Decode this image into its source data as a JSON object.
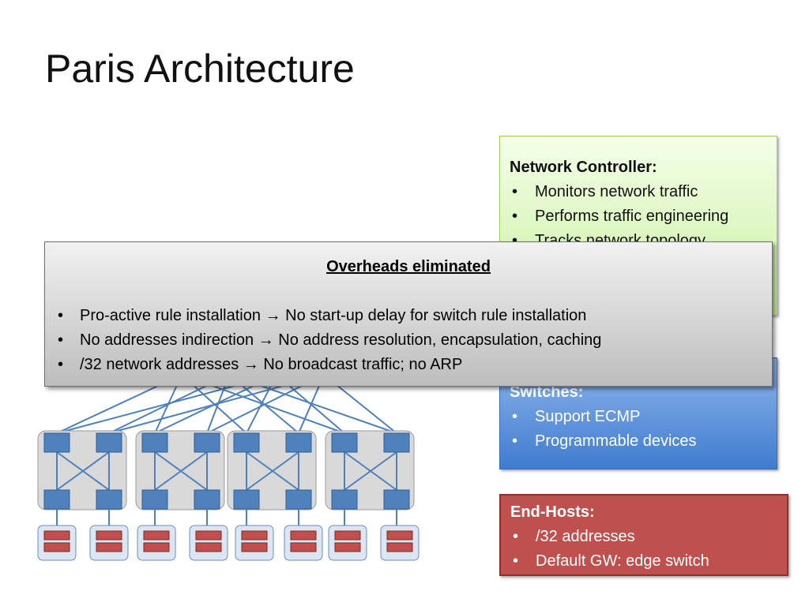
{
  "slide": {
    "title": "Paris Architecture"
  },
  "controller": {
    "header": "Network Controller:",
    "items": [
      "Monitors network traffic",
      "Performs traffic engineering",
      "Tracks network topology"
    ]
  },
  "switches": {
    "header": "Switches:",
    "items": [
      "Support ECMP",
      "Programmable devices"
    ]
  },
  "hosts": {
    "header": "End-Hosts:",
    "items": [
      "/32 addresses",
      "Default GW: edge switch"
    ]
  },
  "overlay": {
    "header": "Overheads eliminated",
    "items": [
      {
        "left": "Pro-active rule installation",
        "right": "No start-up delay for switch rule installation"
      },
      {
        "left": "No addresses indirection",
        "right": "No address resolution, encapsulation, caching"
      },
      {
        "left": "/32 network addresses",
        "right": "No broadcast traffic; no ARP"
      }
    ]
  },
  "colors": {
    "switch_fill": "#4f81bd",
    "link": "#4f81bd",
    "host_fill": "#c0504d",
    "pod_fill": "#d9d9d9",
    "controller_fill": "#d7f5b5",
    "switches_fill": "#5b8fd9",
    "hosts_box_fill": "#c0504d"
  },
  "icons": {
    "switch": "switch-icon",
    "server": "server-icon"
  }
}
